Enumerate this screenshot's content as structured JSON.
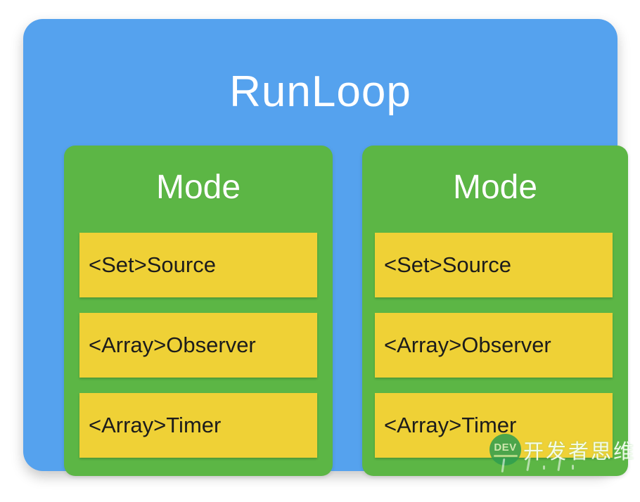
{
  "diagram": {
    "title": "RunLoop",
    "modes": [
      {
        "label": "Mode",
        "items": [
          "<Set>Source",
          "<Array>Observer",
          "<Array>Timer"
        ]
      },
      {
        "label": "Mode",
        "items": [
          "<Set>Source",
          "<Array>Observer",
          "<Array>Timer"
        ]
      }
    ]
  },
  "watermark": {
    "badge_label": "DEV",
    "text": "开发者思维"
  },
  "colors": {
    "background": "#ffffff",
    "panel_blue": "#55a2ee",
    "box_green": "#5cb645",
    "row_yellow": "#efd136",
    "title_text": "#ffffff",
    "row_text": "#1c1c1c",
    "badge_green": "#2f9e4f",
    "badge_text": "#c8ecc2"
  }
}
